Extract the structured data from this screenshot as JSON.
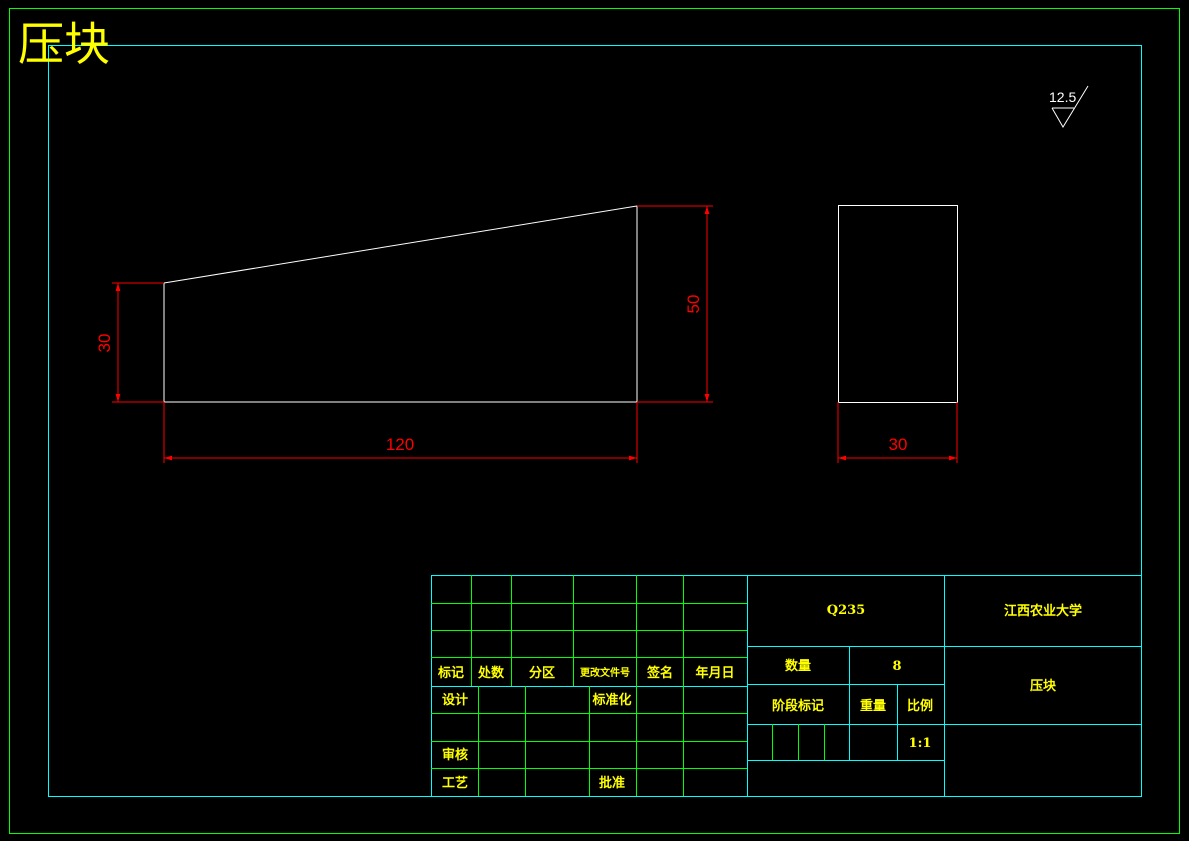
{
  "title": "压块",
  "roughness": "12.5",
  "dimensions": {
    "left_height": "30",
    "length": "120",
    "right_height": "50",
    "side_width": "30"
  },
  "title_block": {
    "revision_headers": {
      "mark": "标记",
      "count": "处数",
      "zone": "分区",
      "change_doc": "更改文件号",
      "signature": "签名",
      "date": "年月日"
    },
    "design": "设计",
    "standardization": "标准化",
    "review": "审核",
    "process": "工艺",
    "approve": "批准",
    "material": "Q235",
    "quantity_label": "数量",
    "quantity_value": "8",
    "stage_mark": "阶段标记",
    "weight": "重量",
    "scale_label": "比例",
    "scale_value": "1:1",
    "organization": "江西农业大学",
    "part_name": "压块"
  },
  "colors": {
    "outer_frame": "#00ff00",
    "inner_frame": "#00ffff",
    "part_outline": "#ffffff",
    "dimension": "#ff0000",
    "text": "#ffff00",
    "grid_inner": "#00ff00",
    "grid_outer": "#00ffff"
  }
}
